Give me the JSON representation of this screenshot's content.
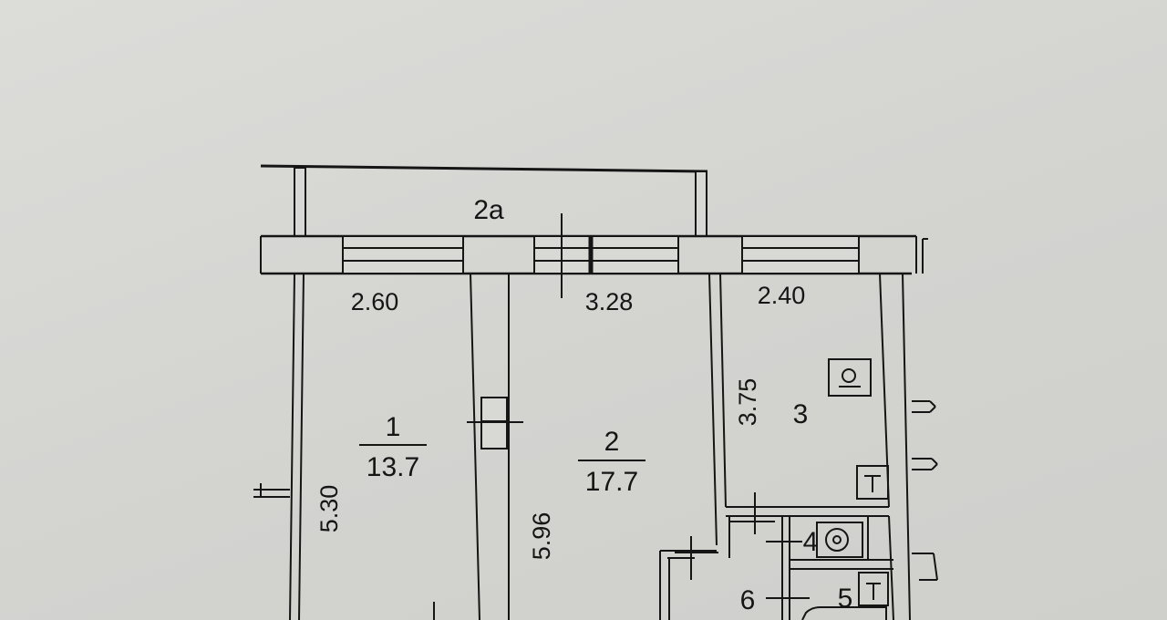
{
  "plan": {
    "balcony_label": "2a",
    "rooms": [
      {
        "number": "1",
        "area": "13.7",
        "width": "2.60",
        "length": "5.30"
      },
      {
        "number": "2",
        "area": "17.7",
        "width": "3.28",
        "length": "5.96"
      },
      {
        "number": "3",
        "width": "2.40",
        "length": "3.75"
      },
      {
        "number": "4"
      },
      {
        "number": "5"
      },
      {
        "number": "6"
      }
    ]
  },
  "colors": {
    "paper": "#d6d6d3",
    "ink": "#151515"
  },
  "icons": [
    "stove-icon",
    "sink-icon",
    "toilet-icon",
    "washbasin-icon",
    "bathtub-icon"
  ]
}
